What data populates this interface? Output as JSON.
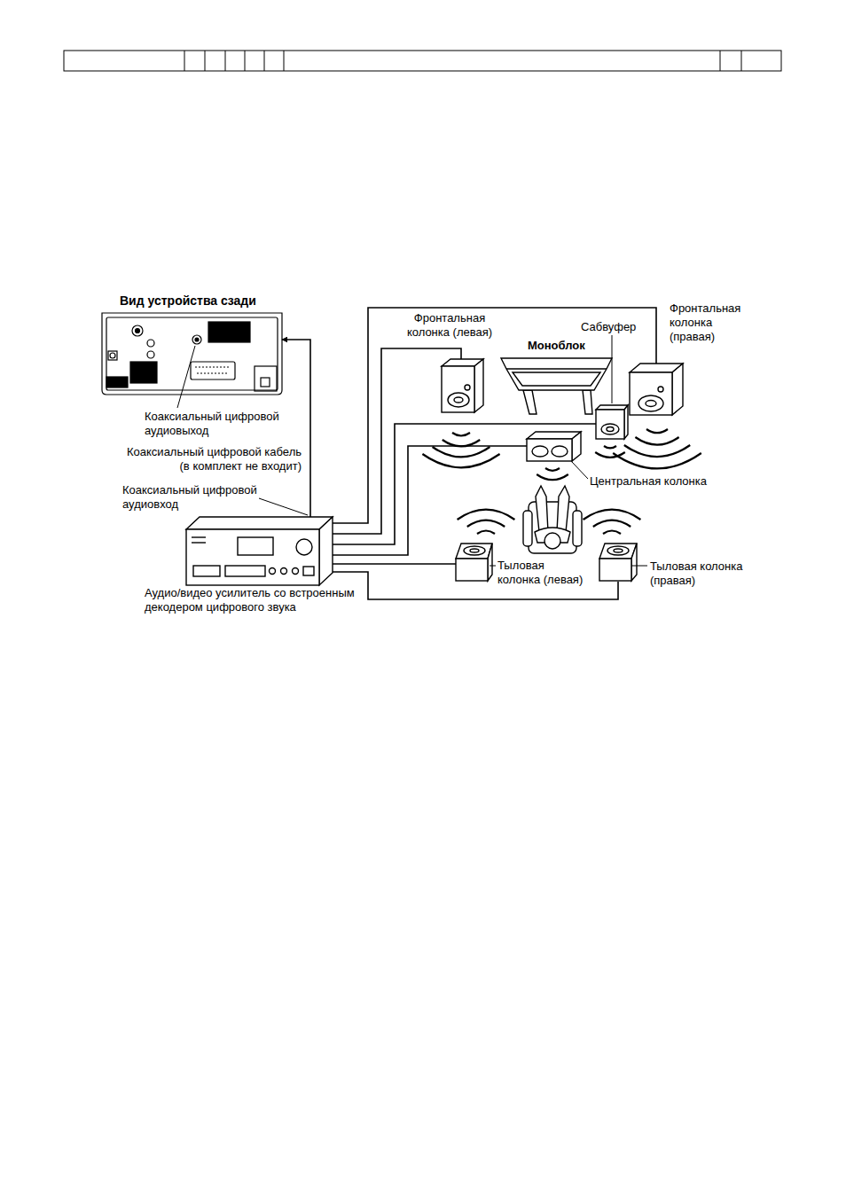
{
  "diagram": {
    "nodes": [
      {
        "text": [
          "Вид устройства сзади"
        ]
      },
      {
        "text": [
          "Аудио/видео усилитель со встроенным декодером цифрового звука"
        ]
      },
      {
        "text": [
          "Фронтальная колонка (левая)"
        ]
      },
      {
        "text": [
          "Моноблок"
        ]
      },
      {
        "text": [
          "Сабвуфер"
        ]
      },
      {
        "text": [
          "Фронтальная колонка (правая)"
        ]
      },
      {
        "text": [
          "Центральная колонка"
        ]
      },
      {
        "text": [
          "Тыловая колонка (левая)"
        ]
      },
      {
        "text": [
          "Тыловая колонка (правая)"
        ]
      }
    ],
    "edges": [
      {
        "from": 1,
        "to": 0,
        "arrow": "to"
      },
      {
        "from": 1,
        "to": 5,
        "arrow": "none"
      },
      {
        "from": 1,
        "to": 2,
        "arrow": "none"
      },
      {
        "from": 1,
        "to": 4,
        "arrow": "none"
      },
      {
        "from": 1,
        "to": 6,
        "arrow": "none"
      },
      {
        "from": 1,
        "to": 7,
        "arrow": "none"
      },
      {
        "from": 1,
        "to": 8,
        "arrow": "none"
      }
    ],
    "labels": [
      "Коаксиальный цифровой аудиовыход",
      "Коаксиальный цифровой кабель (в комплект не входит)",
      "Коаксиальный цифровой аудиовход"
    ]
  }
}
